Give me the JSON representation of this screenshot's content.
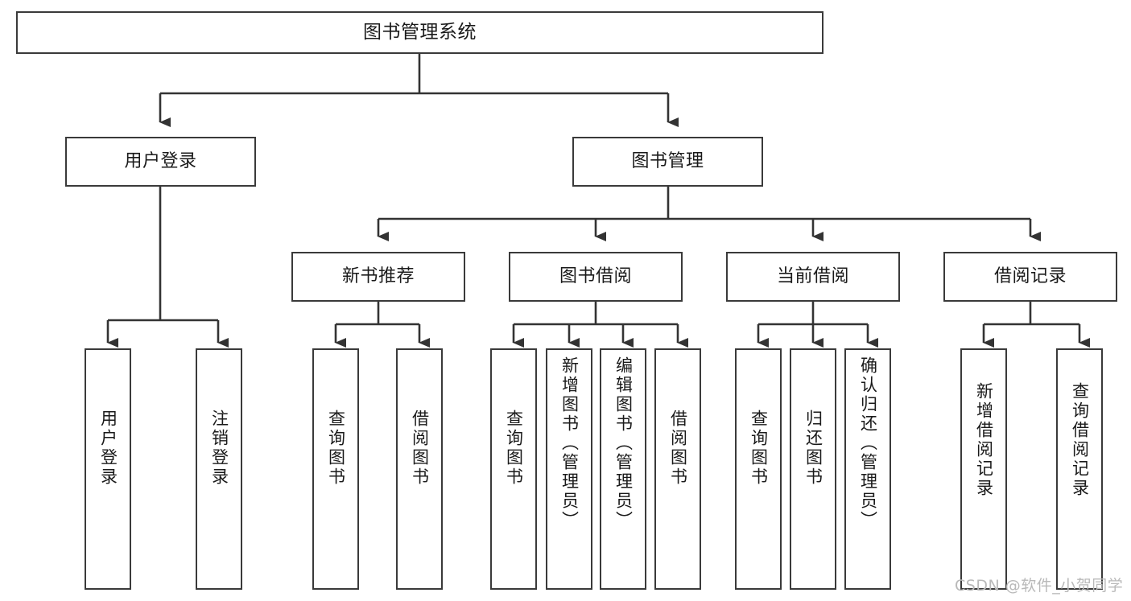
{
  "diagram": {
    "type": "tree-hierarchy-chart",
    "title": "图书管理系统",
    "background_color": "#ffffff",
    "box_border_color": "#3a3a3a",
    "connector_color": "#333333",
    "text_color": "#1a1a1a"
  },
  "nodes": {
    "root": {
      "label": "图书管理系统",
      "level": 1
    },
    "level2": [
      {
        "id": "user-login",
        "label": "用户登录"
      },
      {
        "id": "book-manage",
        "label": "图书管理"
      }
    ],
    "level3": [
      {
        "id": "new-book-recommend",
        "label": "新书推荐"
      },
      {
        "id": "book-borrow",
        "label": "图书借阅"
      },
      {
        "id": "current-borrow",
        "label": "当前借阅"
      },
      {
        "id": "borrow-record",
        "label": "借阅记录"
      }
    ],
    "leaves": {
      "user-login": [
        {
          "id": "leaf-user-login",
          "label": "用户登录"
        },
        {
          "id": "leaf-logout-login",
          "label": "注销登录"
        }
      ],
      "new-book-recommend": [
        {
          "id": "leaf-query-book-1",
          "label": "查询图书"
        },
        {
          "id": "leaf-borrow-book-1",
          "label": "借阅图书"
        }
      ],
      "book-borrow": [
        {
          "id": "leaf-query-book-2",
          "label": "查询图书"
        },
        {
          "id": "leaf-add-book",
          "label": "新增图书（管理员）"
        },
        {
          "id": "leaf-edit-book",
          "label": "编辑图书（管理员）"
        },
        {
          "id": "leaf-borrow-book-2",
          "label": "借阅图书"
        }
      ],
      "current-borrow": [
        {
          "id": "leaf-query-book-3",
          "label": "查询图书"
        },
        {
          "id": "leaf-return-book",
          "label": "归还图书"
        },
        {
          "id": "leaf-confirm-return",
          "label": "确认归还（管理员）"
        }
      ],
      "borrow-record": [
        {
          "id": "leaf-add-record",
          "label": "新增借阅记录"
        },
        {
          "id": "leaf-query-record",
          "label": "查询借阅记录"
        }
      ]
    }
  },
  "watermark": {
    "text": "CSDN @软件_小贺同学",
    "color": "#b9b9b9"
  }
}
